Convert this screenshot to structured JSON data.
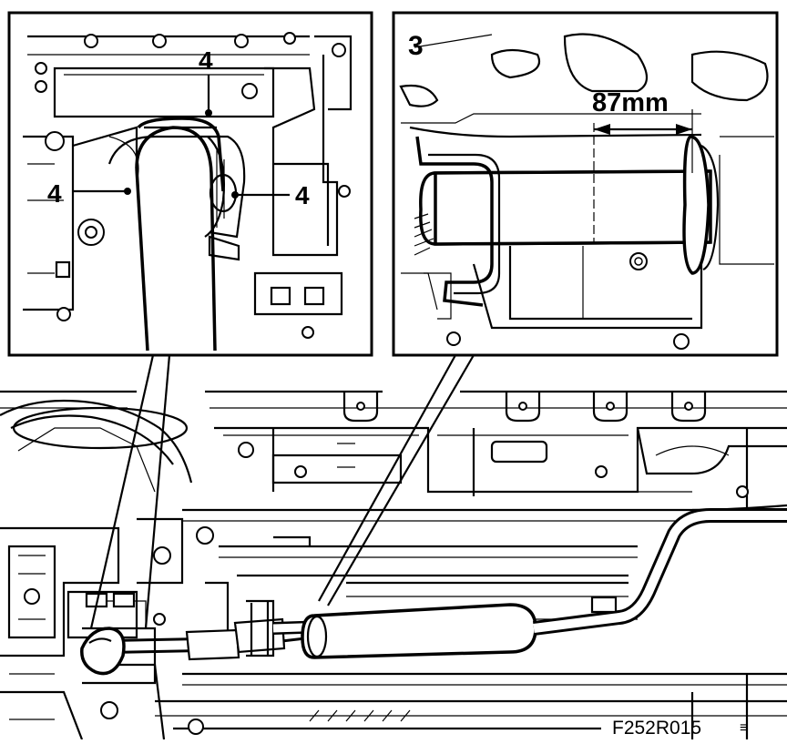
{
  "callouts": {
    "left_top": "4",
    "left_side": "4",
    "right_side": "4",
    "detail_number": "3"
  },
  "dimension": {
    "label": "87mm"
  },
  "figure_code": "F252R015",
  "figure_code_mark": "≡"
}
